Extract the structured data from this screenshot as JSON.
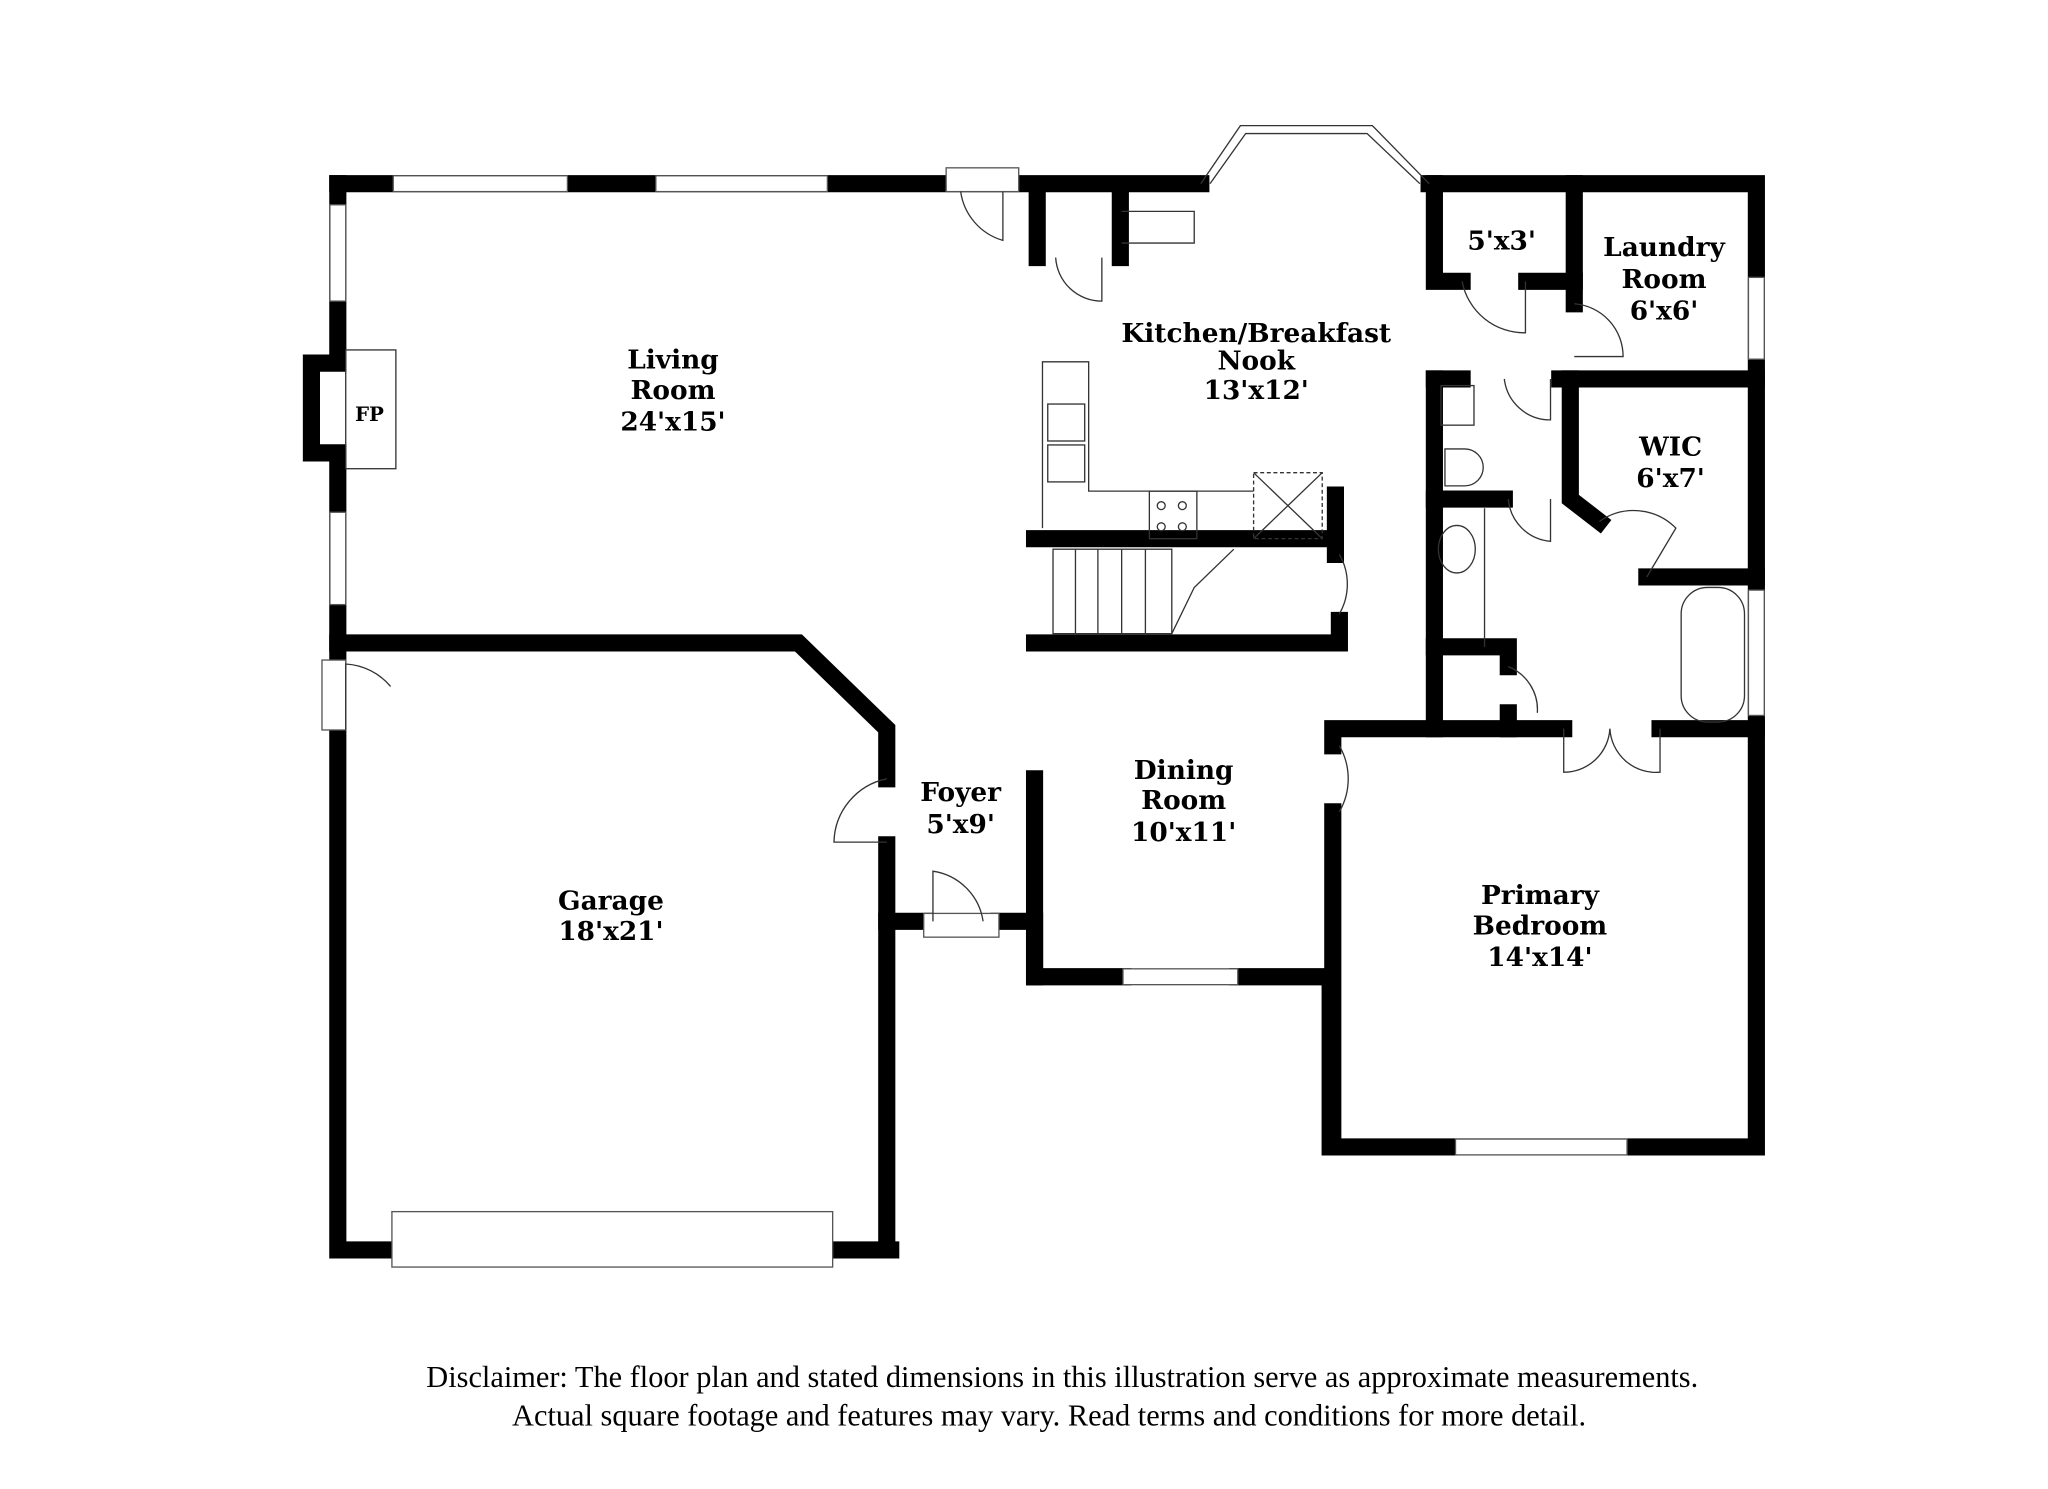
{
  "rooms": {
    "living": {
      "name1": "Living",
      "name2": "Room",
      "size": "24'x15'"
    },
    "kitchen": {
      "name1": "Kitchen/Breakfast",
      "name2": "Nook",
      "size": "13'x12'"
    },
    "closet": {
      "size": "5'x3'"
    },
    "laundry": {
      "name1": "Laundry",
      "name2": "Room",
      "size": "6'x6'"
    },
    "wic": {
      "name1": "WIC",
      "size": "6'x7'"
    },
    "fireplace": {
      "name1": "FP"
    },
    "garage": {
      "name1": "Garage",
      "size": "18'x21'"
    },
    "foyer": {
      "name1": "Foyer",
      "size": "5'x9'"
    },
    "dining": {
      "name1": "Dining",
      "name2": "Room",
      "size": "10'x11'"
    },
    "primary": {
      "name1": "Primary",
      "name2": "Bedroom",
      "size": "14'x14'"
    }
  },
  "disclaimer": {
    "line1": "Disclaimer: The floor plan and stated dimensions in this illustration serve as approximate measurements.",
    "line2": "Actual square footage and features may vary. Read terms and conditions for more detail."
  }
}
